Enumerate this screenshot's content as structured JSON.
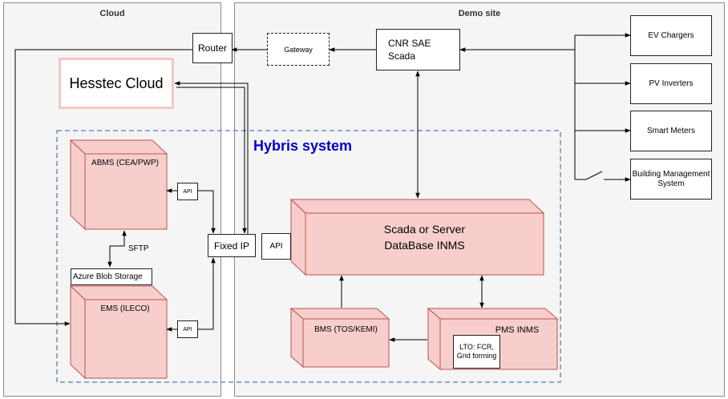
{
  "regions": {
    "cloud": "Cloud",
    "demo_site": "Demo site"
  },
  "cloud": {
    "router": "Router",
    "hesstec_cloud": "Hesstec Cloud",
    "abms": "ABMS (CEA/PWP)",
    "ems": "EMS (ILECO)",
    "azure_blob": "Azure Blob Storage",
    "sftp": "SFTP",
    "api_top": "API",
    "api_bottom": "API"
  },
  "demo": {
    "gateway": "Gateway",
    "cnr_sae_line1": "CNR SAE",
    "cnr_sae_line2": "Scada",
    "ev_chargers": "EV Chargers",
    "pv_inverters": "PV Inverters",
    "smart_meters": "Smart Meters",
    "building_mgmt": "Building Management System",
    "hybris_title": "Hybris system",
    "fixed_ip": "Fixed IP",
    "api_main": "API",
    "scada_line1": "Scada or Server",
    "scada_line2": "DataBase INMS",
    "bms": "BMS (TOS/KEMI)",
    "pms": "PMS INMS",
    "lto": "LTO: FCR, Grid forming"
  },
  "colors": {
    "region_fill": "#f5f5f5",
    "cube_fill": "#f8cecc",
    "cube_stroke": "#b85450",
    "hybris_title": "#0000cc",
    "hybris_border": "#6c8ebf",
    "hesstec_border": "#f4c7c3"
  }
}
